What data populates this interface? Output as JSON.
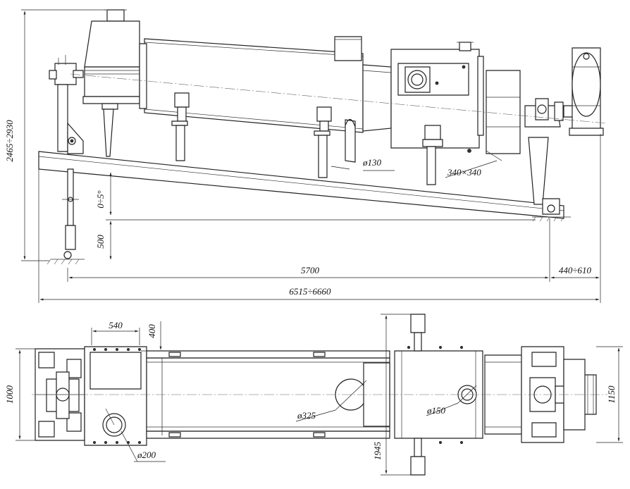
{
  "dimensions": {
    "height_range": "2465÷2930",
    "tilt_angle": "0÷5°",
    "leg_height": "500",
    "flange_diameter": "ø130",
    "outlet_size": "340×340",
    "base_length": "5700",
    "end_offset": "440÷610",
    "overall_length": "6515÷6660",
    "hopper_width": "540",
    "hopper_offset": "400",
    "frame_width": "1000",
    "inlet_diameter": "ø200",
    "drum_port_diameter": "ø325",
    "chamber_port_diameter": "ø150",
    "drive_width": "1150",
    "total_width": "1945"
  },
  "colors": {
    "line": "#222222",
    "background": "#ffffff",
    "fill_dark": "#333333"
  }
}
